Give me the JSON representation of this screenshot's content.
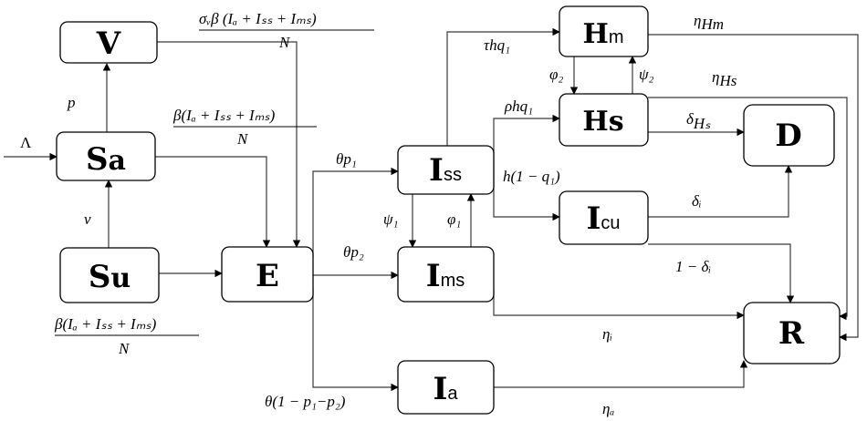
{
  "nodes": {
    "V": "V",
    "Sa_main": "S",
    "Sa_sub": "a",
    "Su_main": "S",
    "Su_sub": "u",
    "E": "E",
    "Iss_main": "I",
    "Iss_sub": "ss",
    "Ims_main": "I",
    "Ims_sub": "ms",
    "Ia_main": "I",
    "Ia_sub": "a",
    "Hm_main": "H",
    "Hm_sub": "m",
    "Hs": "Hs",
    "Icu_main": "I",
    "Icu_sub": "cu",
    "D": "D",
    "R": "R"
  },
  "labels": {
    "Lambda": "Λ",
    "p": "p",
    "nu": "ν",
    "sigma_num": "σᵥβ (Iₐ + Iₛₛ + Iₘₛ)",
    "beta_num": "β(Iₐ + Iₛₛ + Iₘₛ)",
    "over_N": "N",
    "theta_p1": "θp₁",
    "theta_p2": "θp₂",
    "theta_rest": "θ(1 − p₁−p₂)",
    "psi1": "ψ₁",
    "phi1": "φ₁",
    "tau_hq1": "τhq₁",
    "rho_hq1": "ρhq₁",
    "h_1_q1": "h(1 − q₁)",
    "phi2": "φ₂",
    "psi2": "ψ₂",
    "eta_Hm": "η",
    "eta_Hm_sub": "Hm",
    "eta_Hs": "η",
    "eta_Hs_sub": "Hs",
    "delta_Hs": "δ",
    "delta_Hs_sub": "Hₛ",
    "delta_i": "δᵢ",
    "one_minus_delta_i": "1 − δᵢ",
    "eta_i": "ηᵢ",
    "eta_a": "ηₐ"
  }
}
